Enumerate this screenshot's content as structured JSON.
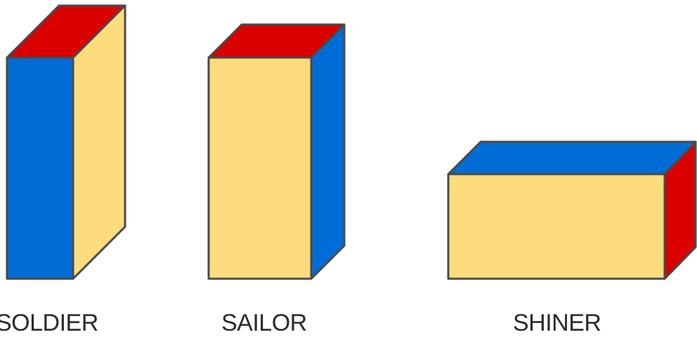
{
  "colors": {
    "red": "#db0000",
    "blue": "#006cd6",
    "yellow": "#fddc7e",
    "outline": "#4a4a4a"
  },
  "bricks": [
    {
      "label": "SOLDIER",
      "faces": {
        "front": "blue",
        "side": "yellow",
        "top": "red"
      }
    },
    {
      "label": "SAILOR",
      "faces": {
        "front": "yellow",
        "side": "blue",
        "top": "red"
      }
    },
    {
      "label": "SHINER",
      "faces": {
        "front": "yellow",
        "side": "red",
        "top": "blue"
      }
    }
  ]
}
